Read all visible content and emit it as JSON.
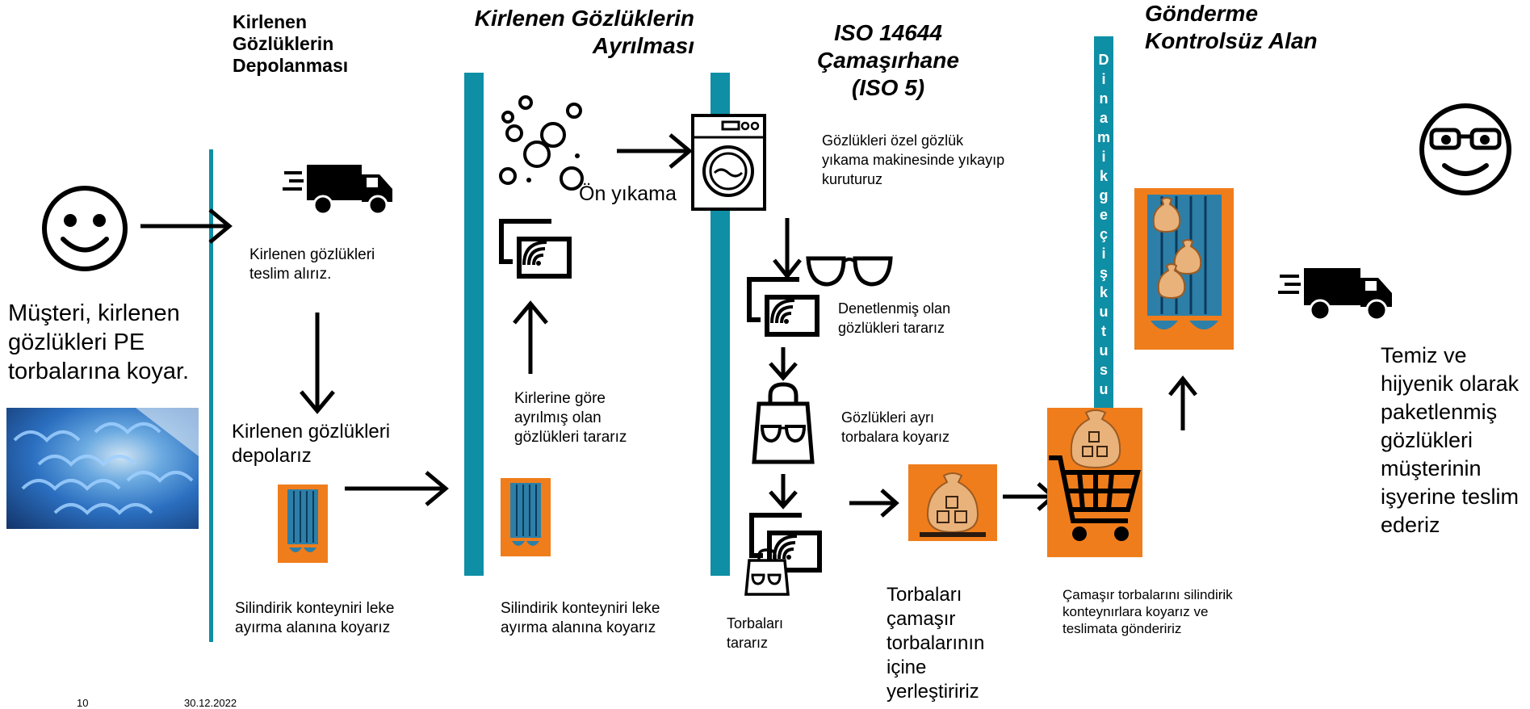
{
  "headers": {
    "storage": "Kirlenen Gözlüklerin Depolanması",
    "separation": "Kirlenen Gözlüklerin Ayrılması",
    "laundry_line1": "ISO 14644",
    "laundry_line2": "Çamaşırhane",
    "laundry_line3": "(ISO 5)",
    "dispatch_line1": "Gönderme",
    "dispatch_line2": "Kontrolsüz Alan"
  },
  "pass_through_letters": [
    "D",
    "i",
    "n",
    "a",
    "m",
    "i",
    "k",
    "g",
    "e",
    "ç",
    "i",
    "ş",
    "k",
    "u",
    "t",
    "u",
    "s",
    "u"
  ],
  "captions": {
    "customer": "Müşteri, kirlenen gözlükleri PE torbalarına koyar.",
    "receive": "Kirlenen gözlükleri teslim alırız.",
    "store": "Kirlenen gözlükleri depolarız",
    "place_container_1": "Silindirik konteyniri leke ayırma alanına koyarız",
    "prewash": "Ön yıkama",
    "scan_sorted": "Kirlerine göre ayrılmış olan gözlükleri tararız",
    "place_container_2": "Silindirik konteyniri leke ayırma alanına koyarız",
    "wash": "Gözlükleri özel gözlük yıkama makinesinde yıkayıp kuruturuz",
    "scan_inspected": "Denetlenmiş olan gözlükleri tararız",
    "bag": "Gözlükleri ayrı torbalara koyarız",
    "scan_bags": "Torbaları tararız",
    "into_laundry_bags": "Torbaları çamaşır torbalarının içine yerleştiririz",
    "ship": "Çamaşır torbalarını silindirik konteynırlara koyarız ve teslimata göndeririz",
    "deliver": "Temiz ve hijyenik olarak paketlenmiş gözlükleri müşterinin işyerine teslim ederiz"
  },
  "footer": {
    "page": "10",
    "date": "30.12.2022"
  },
  "colors": {
    "barrier": "#0e8fa6",
    "container": "#f07d1b",
    "stripe": "#2d7fa8"
  },
  "icons": [
    "smiley-icon",
    "delivery-truck-icon",
    "bubbles-icon",
    "washing-machine-icon",
    "rfid-scanner-icon",
    "glasses-icon",
    "shopping-bag-icon",
    "laundry-sack-icon",
    "shopping-cart-icon",
    "cool-smiley-icon"
  ]
}
